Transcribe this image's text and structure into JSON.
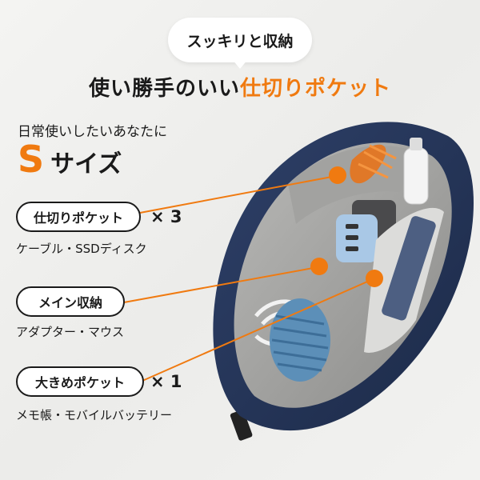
{
  "speech_bubble": "スッキリと収納",
  "headline": {
    "part1": "使い勝手のいい",
    "part2": "仕切りポケット"
  },
  "tagline": "日常使いしたいあなたに",
  "size": {
    "letter": "S",
    "word": "サイズ"
  },
  "pockets": [
    {
      "label": "仕切りポケット",
      "count": "× 3",
      "contents": "ケーブル・SSDディスク"
    },
    {
      "label": "メイン収納",
      "contents": "アダプター・マウス"
    },
    {
      "label": "大きめポケット",
      "count": "× 1",
      "contents": "メモ帳・モバイルバッテリー"
    }
  ],
  "colors": {
    "accent": "#f07a10",
    "pouch_navy": "#243456"
  }
}
